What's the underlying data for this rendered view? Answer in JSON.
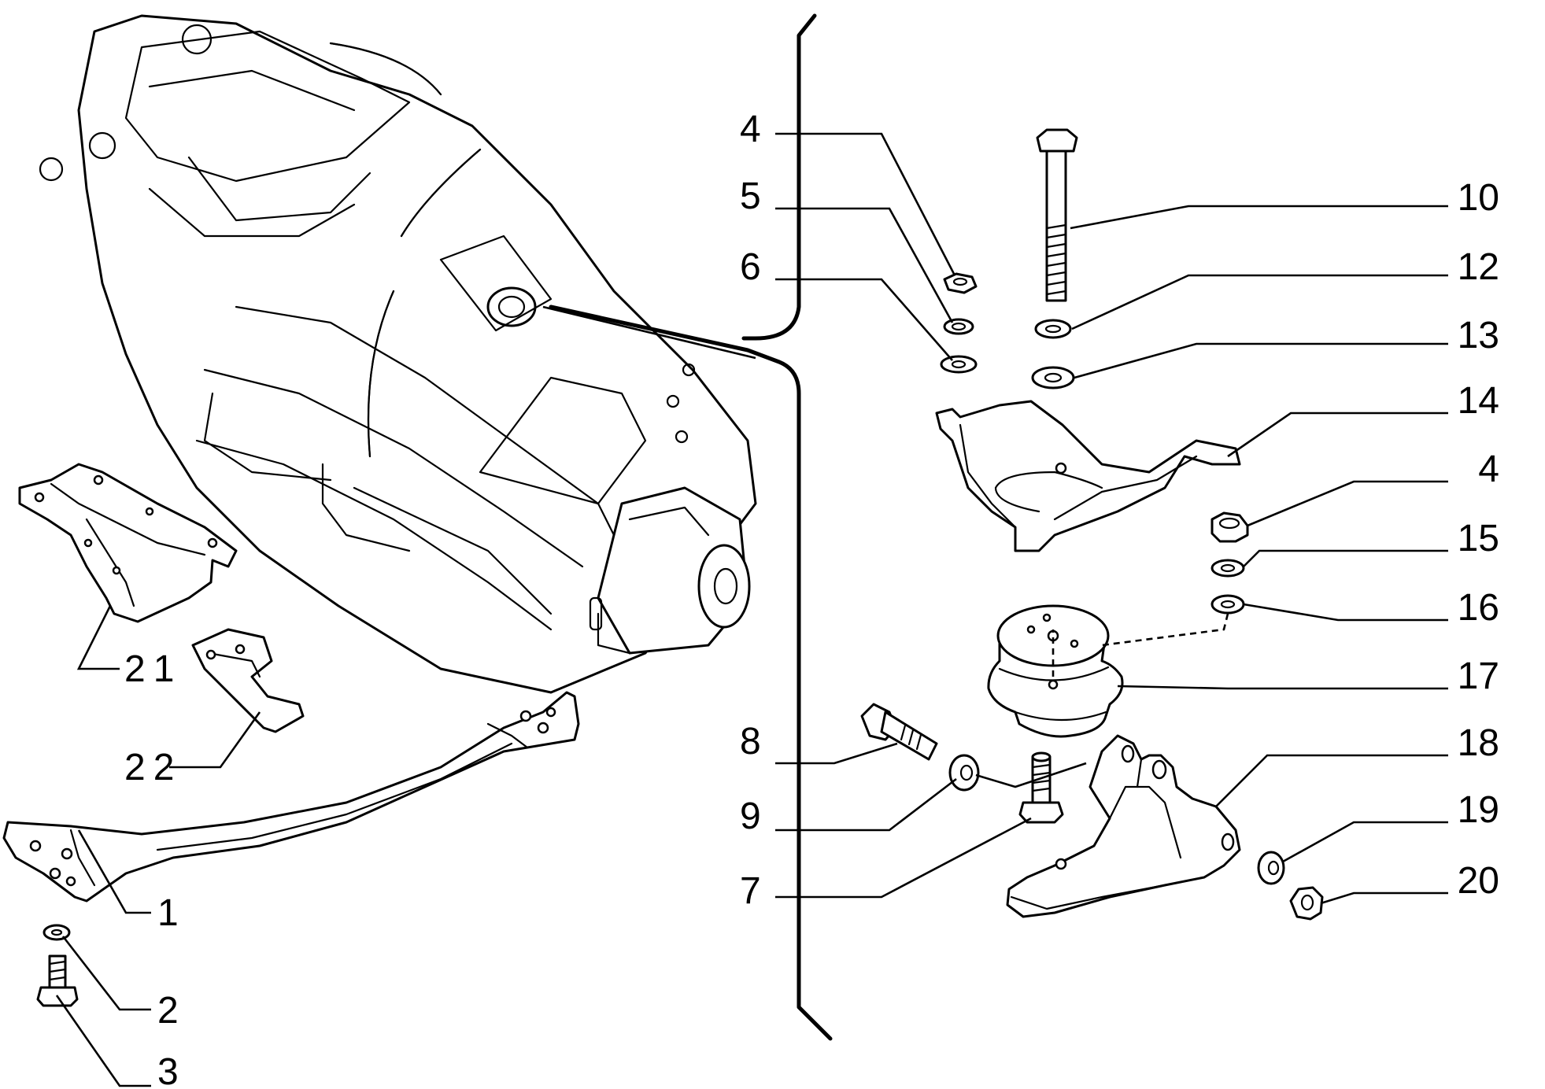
{
  "diagram": {
    "type": "exploded-parts-view",
    "callouts": {
      "c1": "1",
      "c2": "2",
      "c3": "3",
      "c4a": "4",
      "c4b": "4",
      "c5": "5",
      "c6": "6",
      "c7": "7",
      "c8": "8",
      "c9": "9",
      "c10": "10",
      "c12": "12",
      "c13": "13",
      "c14": "14",
      "c15": "15",
      "c16": "16",
      "c17": "17",
      "c18": "18",
      "c19": "19",
      "c20": "20",
      "c21": "21",
      "c22": "22"
    }
  }
}
